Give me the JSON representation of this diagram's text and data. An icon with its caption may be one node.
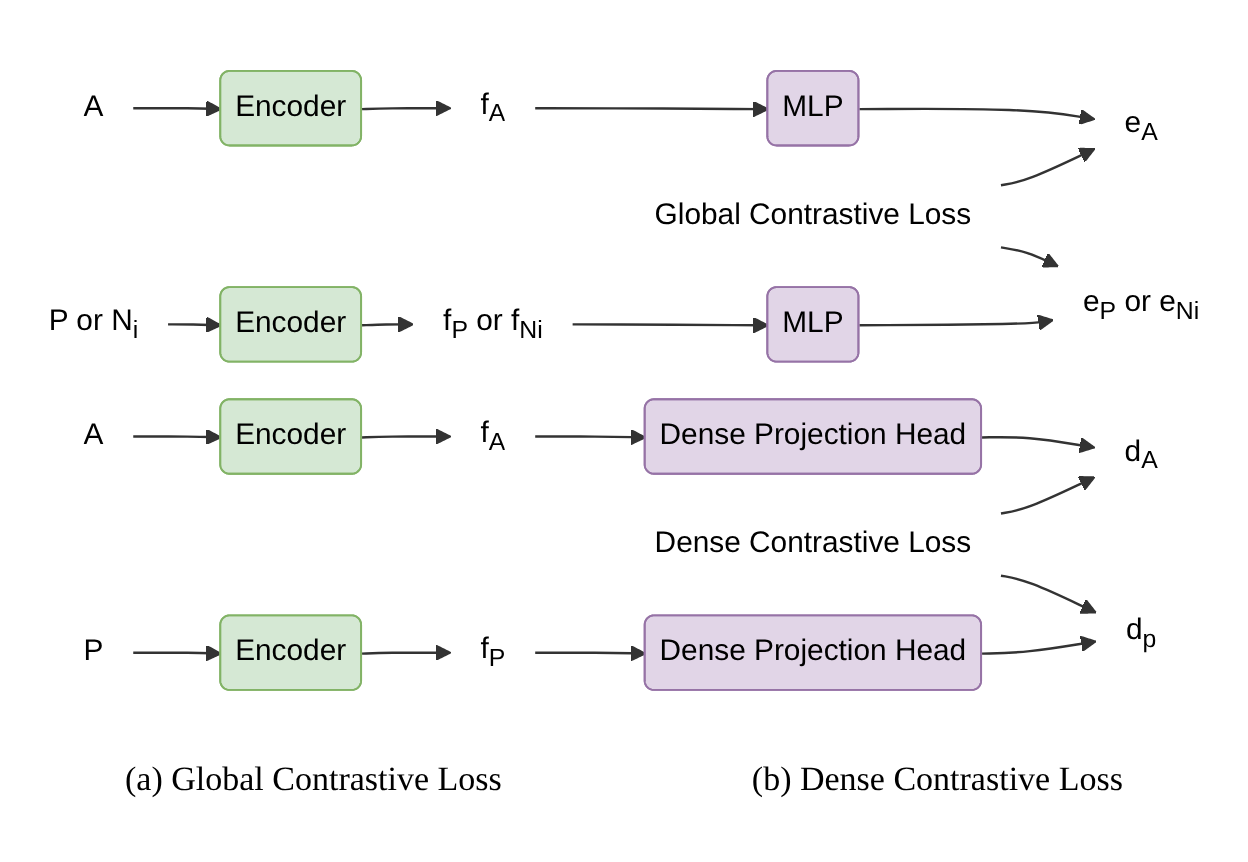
{
  "diagram": {
    "nodes": [
      {
        "text": [
          "A"
        ]
      },
      {
        "text": [
          "Encoder"
        ]
      },
      {
        "text": [
          "f$_{A}$"
        ]
      },
      {
        "text": [
          "MLP"
        ]
      },
      {
        "text": [
          "e$_{A}$"
        ]
      },
      {
        "text": [
          "Global Contrastive Loss"
        ]
      },
      {
        "text": [
          "P or N$_{i}$"
        ]
      },
      {
        "text": [
          "Encoder"
        ]
      },
      {
        "text": [
          "f$_{P}$ or f$_{Ni}$"
        ]
      },
      {
        "text": [
          "MLP"
        ]
      },
      {
        "text": [
          "e$_{P}$ or e$_{Ni}$"
        ]
      },
      {
        "text": [
          "A"
        ]
      },
      {
        "text": [
          "Encoder"
        ]
      },
      {
        "text": [
          "f$_{A}$"
        ]
      },
      {
        "text": [
          "Dense Projection Head"
        ]
      },
      {
        "text": [
          "d$_{A}$"
        ]
      },
      {
        "text": [
          "Dense Contrastive Loss"
        ]
      },
      {
        "text": [
          "P"
        ]
      },
      {
        "text": [
          "Encoder"
        ]
      },
      {
        "text": [
          "f$_{P}$"
        ]
      },
      {
        "text": [
          "Dense Projection Head"
        ]
      },
      {
        "text": [
          "d$_{p}$"
        ]
      }
    ],
    "edges": [
      {
        "from": 0,
        "to": 1,
        "arrow": "to"
      },
      {
        "from": 1,
        "to": 2,
        "arrow": "to"
      },
      {
        "from": 2,
        "to": 3,
        "arrow": "to"
      },
      {
        "from": 3,
        "to": 4,
        "arrow": "to"
      },
      {
        "from": 5,
        "to": 4,
        "arrow": "to"
      },
      {
        "from": 5,
        "to": 10,
        "arrow": "to"
      },
      {
        "from": 6,
        "to": 7,
        "arrow": "to"
      },
      {
        "from": 7,
        "to": 8,
        "arrow": "to"
      },
      {
        "from": 8,
        "to": 9,
        "arrow": "to"
      },
      {
        "from": 9,
        "to": 10,
        "arrow": "to"
      },
      {
        "from": 11,
        "to": 12,
        "arrow": "to"
      },
      {
        "from": 12,
        "to": 13,
        "arrow": "to"
      },
      {
        "from": 13,
        "to": 14,
        "arrow": "to"
      },
      {
        "from": 14,
        "to": 15,
        "arrow": "to"
      },
      {
        "from": 16,
        "to": 15,
        "arrow": "to"
      },
      {
        "from": 16,
        "to": 21,
        "arrow": "to"
      },
      {
        "from": 17,
        "to": 18,
        "arrow": "to"
      },
      {
        "from": 18,
        "to": 19,
        "arrow": "to"
      },
      {
        "from": 19,
        "to": 20,
        "arrow": "to"
      },
      {
        "from": 20,
        "to": 21,
        "arrow": "to"
      }
    ],
    "labels": [
      "(a) Global Contrastive Loss",
      "(b) Dense Contrastive Loss"
    ]
  }
}
